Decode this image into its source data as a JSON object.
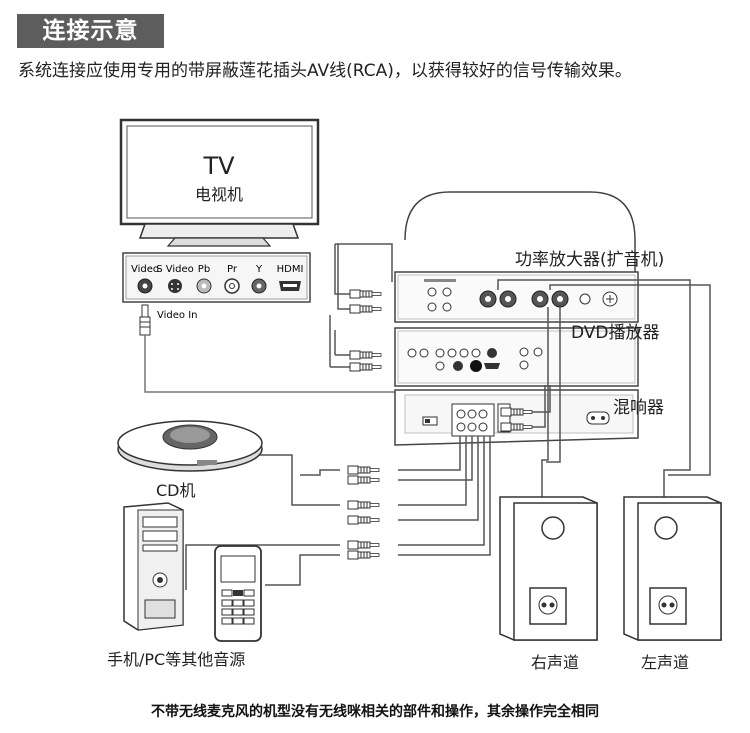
{
  "header": {
    "title": "连接示意",
    "subtitle": "系统连接应使用专用的带屏蔽莲花插头AV线(RCA)，以获得较好的信号传输效果。"
  },
  "tv": {
    "title": "TV",
    "subtitle": "电视机",
    "ports": [
      "Video",
      "S Video",
      "Pb",
      "Pr",
      "Y",
      "HDMI"
    ],
    "video_in_label": "Video In"
  },
  "devices": {
    "amplifier": "功率放大器(扩音机)",
    "dvd": "DVD播放器",
    "mixer": "混响器",
    "cd": "CD机",
    "phone_pc": "手机/PC等其他音源",
    "speaker_right": "右声道",
    "speaker_left": "左声道"
  },
  "footer": {
    "note": "不带无线麦克风的机型没有无线咪相关的部件和操作，其余操作完全相同"
  }
}
